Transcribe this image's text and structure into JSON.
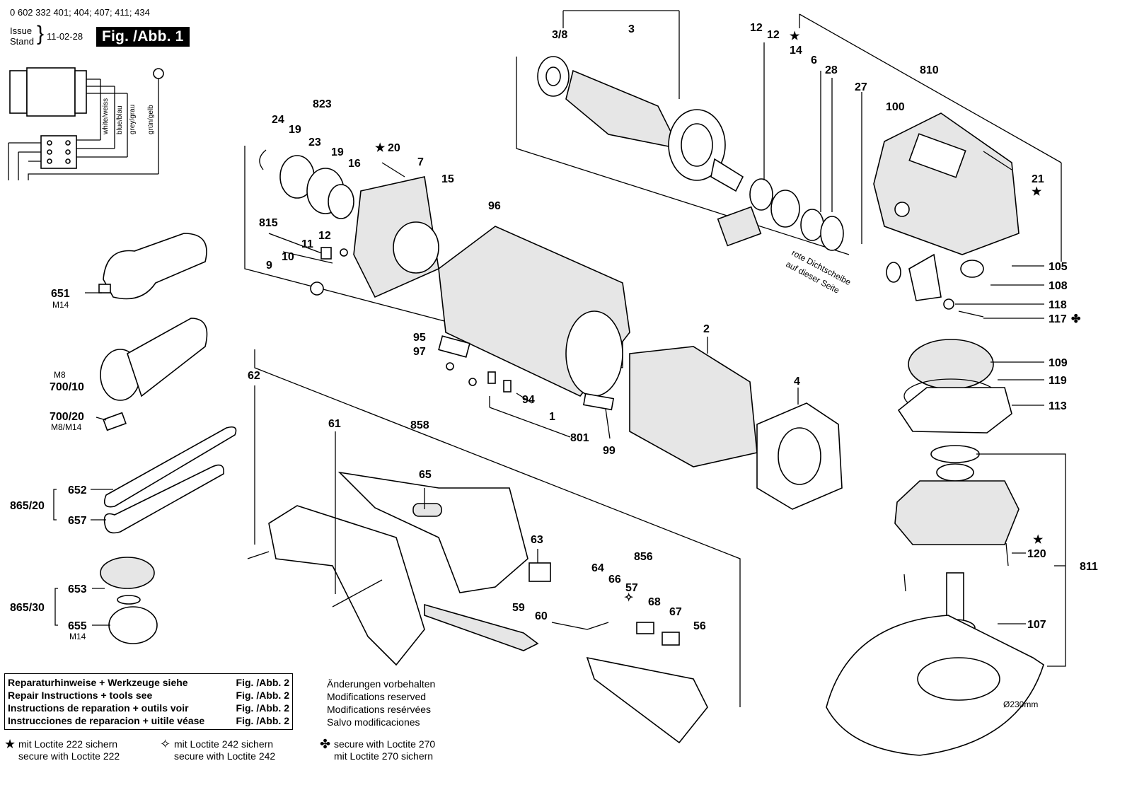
{
  "header": {
    "doc_number": "0 602 332 401; 404; 407; 411; 434",
    "issue_label_1": "Issue",
    "issue_label_2": "Stand",
    "issue_date": "11-02-28",
    "figure": "Fig. /Abb. 1"
  },
  "wiring": {
    "wires": [
      "white/weiss",
      "blue/blau",
      "grey/grau",
      "grün/gelb"
    ]
  },
  "part_labels": [
    {
      "id": "p3-8",
      "text": "3/8"
    },
    {
      "id": "p3",
      "text": "3"
    },
    {
      "id": "p12a",
      "text": "12"
    },
    {
      "id": "p12b",
      "text": "12"
    },
    {
      "id": "p14",
      "text": "14"
    },
    {
      "id": "p6",
      "text": "6"
    },
    {
      "id": "p28",
      "text": "28"
    },
    {
      "id": "p27",
      "text": "27"
    },
    {
      "id": "p810",
      "text": "810"
    },
    {
      "id": "p100",
      "text": "100"
    },
    {
      "id": "p21",
      "text": "21"
    },
    {
      "id": "p105",
      "text": "105"
    },
    {
      "id": "p108",
      "text": "108"
    },
    {
      "id": "p118",
      "text": "118"
    },
    {
      "id": "p117",
      "text": "117"
    },
    {
      "id": "p109",
      "text": "109"
    },
    {
      "id": "p119",
      "text": "119"
    },
    {
      "id": "p113",
      "text": "113"
    },
    {
      "id": "p120",
      "text": "120"
    },
    {
      "id": "p811",
      "text": "811"
    },
    {
      "id": "p107",
      "text": "107"
    },
    {
      "id": "p823",
      "text": "823"
    },
    {
      "id": "p24",
      "text": "24"
    },
    {
      "id": "p19a",
      "text": "19"
    },
    {
      "id": "p23",
      "text": "23"
    },
    {
      "id": "p19b",
      "text": "19"
    },
    {
      "id": "p16",
      "text": "16"
    },
    {
      "id": "p20",
      "text": "20"
    },
    {
      "id": "p7",
      "text": "7"
    },
    {
      "id": "p15",
      "text": "15"
    },
    {
      "id": "p96",
      "text": "96"
    },
    {
      "id": "p815",
      "text": "815"
    },
    {
      "id": "p12c",
      "text": "12"
    },
    {
      "id": "p11",
      "text": "11"
    },
    {
      "id": "p10",
      "text": "10"
    },
    {
      "id": "p9",
      "text": "9"
    },
    {
      "id": "p651",
      "text": "651"
    },
    {
      "id": "p700-10",
      "text": "700/10"
    },
    {
      "id": "p700-20",
      "text": "700/20"
    },
    {
      "id": "p95",
      "text": "95"
    },
    {
      "id": "p97",
      "text": "97"
    },
    {
      "id": "p94",
      "text": "94"
    },
    {
      "id": "p2",
      "text": "2"
    },
    {
      "id": "p4",
      "text": "4"
    },
    {
      "id": "p801",
      "text": "801"
    },
    {
      "id": "p99",
      "text": "99"
    },
    {
      "id": "p1",
      "text": "1"
    },
    {
      "id": "p62",
      "text": "62"
    },
    {
      "id": "p61",
      "text": "61"
    },
    {
      "id": "p858",
      "text": "858"
    },
    {
      "id": "p65",
      "text": "65"
    },
    {
      "id": "p652",
      "text": "652"
    },
    {
      "id": "p865-20",
      "text": "865/20"
    },
    {
      "id": "p657",
      "text": "657"
    },
    {
      "id": "p63",
      "text": "63"
    },
    {
      "id": "p856",
      "text": "856"
    },
    {
      "id": "p64",
      "text": "64"
    },
    {
      "id": "p66",
      "text": "66"
    },
    {
      "id": "p57",
      "text": "57"
    },
    {
      "id": "p68",
      "text": "68"
    },
    {
      "id": "p67",
      "text": "67"
    },
    {
      "id": "p56",
      "text": "56"
    },
    {
      "id": "p59",
      "text": "59"
    },
    {
      "id": "p60",
      "text": "60"
    },
    {
      "id": "p653",
      "text": "653"
    },
    {
      "id": "p865-30",
      "text": "865/30"
    },
    {
      "id": "p655",
      "text": "655"
    }
  ],
  "sub_labels": {
    "m14_a": "M14",
    "m8": "M8",
    "m8_m14": "M8/M14",
    "m14_b": "M14",
    "diameter": "Ø230mm",
    "seal_note_1": "rote Dichtscheibe",
    "seal_note_2": "auf dieser Seite"
  },
  "references": [
    {
      "text": "Reparaturhinweise + Werkzeuge siehe",
      "fig": "Fig. /Abb. 2"
    },
    {
      "text": "Repair Instructions + tools see",
      "fig": "Fig. /Abb. 2"
    },
    {
      "text": "Instructions de reparation + outils voir",
      "fig": "Fig. /Abb. 2"
    },
    {
      "text": "Instrucciones de reparacion + uitile véase",
      "fig": "Fig. /Abb. 2"
    }
  ],
  "changes": [
    "Änderungen vorbehalten",
    "Modifications reserved",
    "Modifications resérvées",
    "Salvo modificaciones"
  ],
  "legend": [
    {
      "symbol": "★",
      "line1": "mit Loctite 222 sichern",
      "line2": "secure with Loctite 222"
    },
    {
      "symbol": "✧",
      "line1": "mit Loctite 242 sichern",
      "line2": "secure with Loctite 242"
    },
    {
      "symbol": "✤",
      "line1": "secure with Loctite 270",
      "line2": "mit Loctite 270 sichern"
    }
  ]
}
